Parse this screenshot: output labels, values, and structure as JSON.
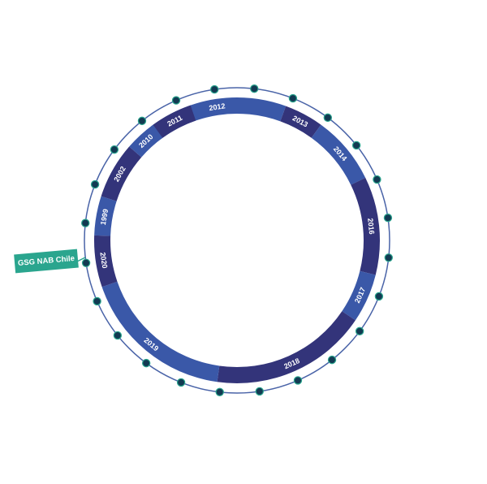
{
  "ring": {
    "colors": {
      "light": "#3a58a8",
      "dark": "#33347a",
      "line": "#4a64a8",
      "node": "#123a52",
      "node_stroke": "#2aa58e"
    },
    "segments": [
      {
        "label": "2012",
        "shade": "light"
      },
      {
        "label": "2013",
        "shade": "dark"
      },
      {
        "label": "2014",
        "shade": "light"
      },
      {
        "label": "2016",
        "shade": "dark"
      },
      {
        "label": "2017",
        "shade": "light"
      },
      {
        "label": "2018",
        "shade": "dark"
      },
      {
        "label": "2019",
        "shade": "light"
      },
      {
        "label": "2020",
        "shade": "dark"
      },
      {
        "label": "1999",
        "shade": "light"
      },
      {
        "label": "2002",
        "shade": "dark"
      },
      {
        "label": "2010",
        "shade": "light"
      },
      {
        "label": "2011",
        "shade": "dark"
      }
    ]
  },
  "active_tag": {
    "label": "GSG NAB Chile",
    "color": "#2aa58e"
  }
}
